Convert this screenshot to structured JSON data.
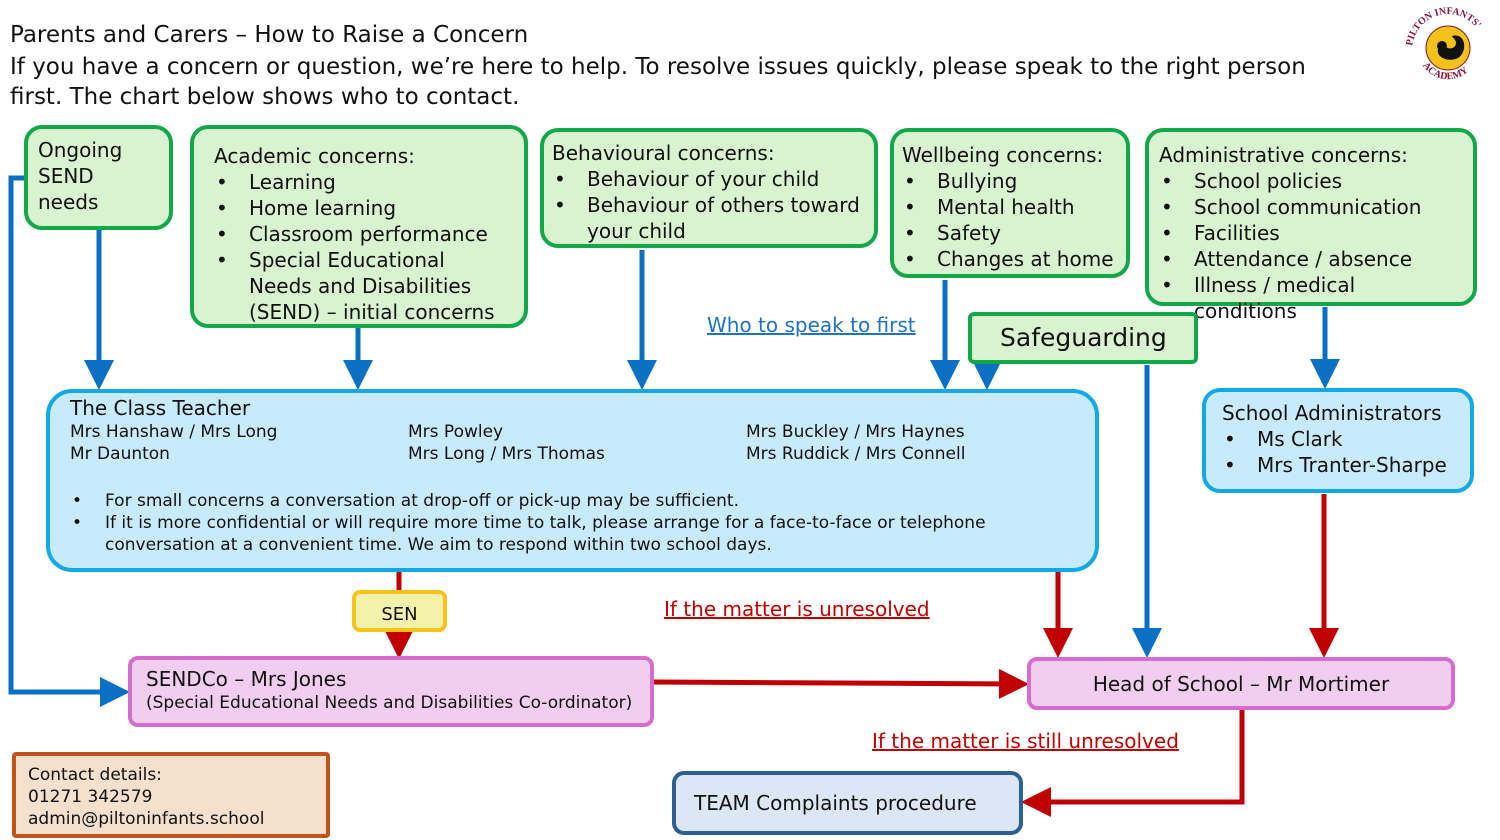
{
  "header": {
    "title": "Parents and Carers – How to Raise a Concern",
    "intro_line1": "If you have a concern or question, we’re here to help.  To resolve issues quickly, please speak to the right person",
    "intro_line2": "first.  The chart below shows who to contact."
  },
  "logo": {
    "top_text": "PILTON INFANTS'",
    "bottom_text": "ACADEMY",
    "icon": "squirrel-icon"
  },
  "concerns": {
    "ongoing": {
      "line1": "Ongoing",
      "line2": "SEND needs"
    },
    "academic": {
      "title": "Academic concerns:",
      "items": [
        "Learning",
        "Home learning",
        "Classroom performance",
        "Special Educational Needs and Disabilities (SEND) – initial concerns"
      ]
    },
    "behavioural": {
      "title": "Behavioural concerns:",
      "items": [
        "Behaviour of your child",
        "Behaviour of others toward your child"
      ]
    },
    "wellbeing": {
      "title": "Wellbeing concerns:",
      "items": [
        "Bullying",
        "Mental health",
        "Safety",
        "Changes at home"
      ]
    },
    "administrative": {
      "title": "Administrative concerns:",
      "items": [
        "School policies",
        "School communication",
        "Facilities",
        "Attendance / absence",
        "Illness / medical conditions"
      ]
    },
    "safeguarding": "Safeguarding"
  },
  "who_to_speak_first": "Who to speak to first",
  "class_teacher": {
    "title": "The Class Teacher",
    "columns": [
      [
        "Mrs Hanshaw / Mrs Long",
        "Mr Daunton"
      ],
      [
        "Mrs Powley",
        "Mrs Long / Mrs Thomas"
      ],
      [
        "Mrs Buckley / Mrs Haynes",
        "Mrs Ruddick / Mrs Connell"
      ]
    ],
    "notes": [
      "For small concerns a conversation at drop-off or pick-up may be sufficient.",
      "If it is more confidential or will require more time to talk, please arrange for a face-to-face or telephone conversation at a convenient time.  We aim to respond within two school days."
    ]
  },
  "administrators": {
    "title": "School Administrators",
    "items": [
      "Ms Clark",
      "Mrs Tranter-Sharpe"
    ]
  },
  "sen_label": "SEN",
  "sendco": {
    "title": "SENDCo – Mrs Jones",
    "subtitle": "(Special Educational Needs and Disabilities Co-ordinator)"
  },
  "unresolved": "If the matter is unresolved",
  "head": "Head of School – Mr Mortimer",
  "still_unresolved": "If the matter is still unresolved",
  "complaints": "TEAM Complaints procedure",
  "contact": {
    "label": "Contact details:",
    "phone": "01271 342579",
    "email": "admin@piltoninfants.school"
  },
  "colors": {
    "arrow_blue": "#0b6fc4",
    "arrow_red": "#c00000",
    "green_border": "#12a84a",
    "blue_border": "#12a9e6",
    "pink_border": "#d76ccf"
  }
}
